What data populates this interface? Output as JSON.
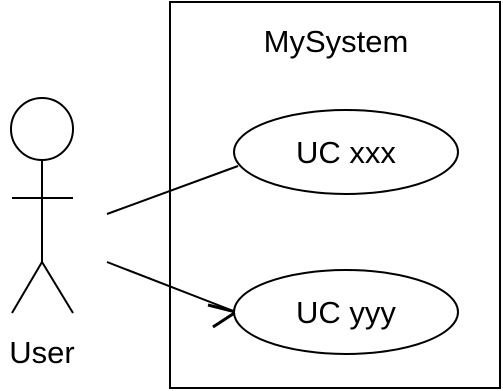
{
  "diagram": {
    "type": "uml-use-case",
    "system": {
      "name": "MySystem"
    },
    "actor": {
      "name": "User"
    },
    "use_cases": [
      {
        "name": "UC xxx"
      },
      {
        "name": "UC yyy"
      }
    ],
    "associations": [
      {
        "from": "User",
        "to": "UC xxx",
        "arrowhead": "none"
      },
      {
        "from": "User",
        "to": "UC yyy",
        "arrowhead": "open"
      }
    ],
    "colors": {
      "line": "#000000",
      "background": "#ffffff"
    }
  }
}
